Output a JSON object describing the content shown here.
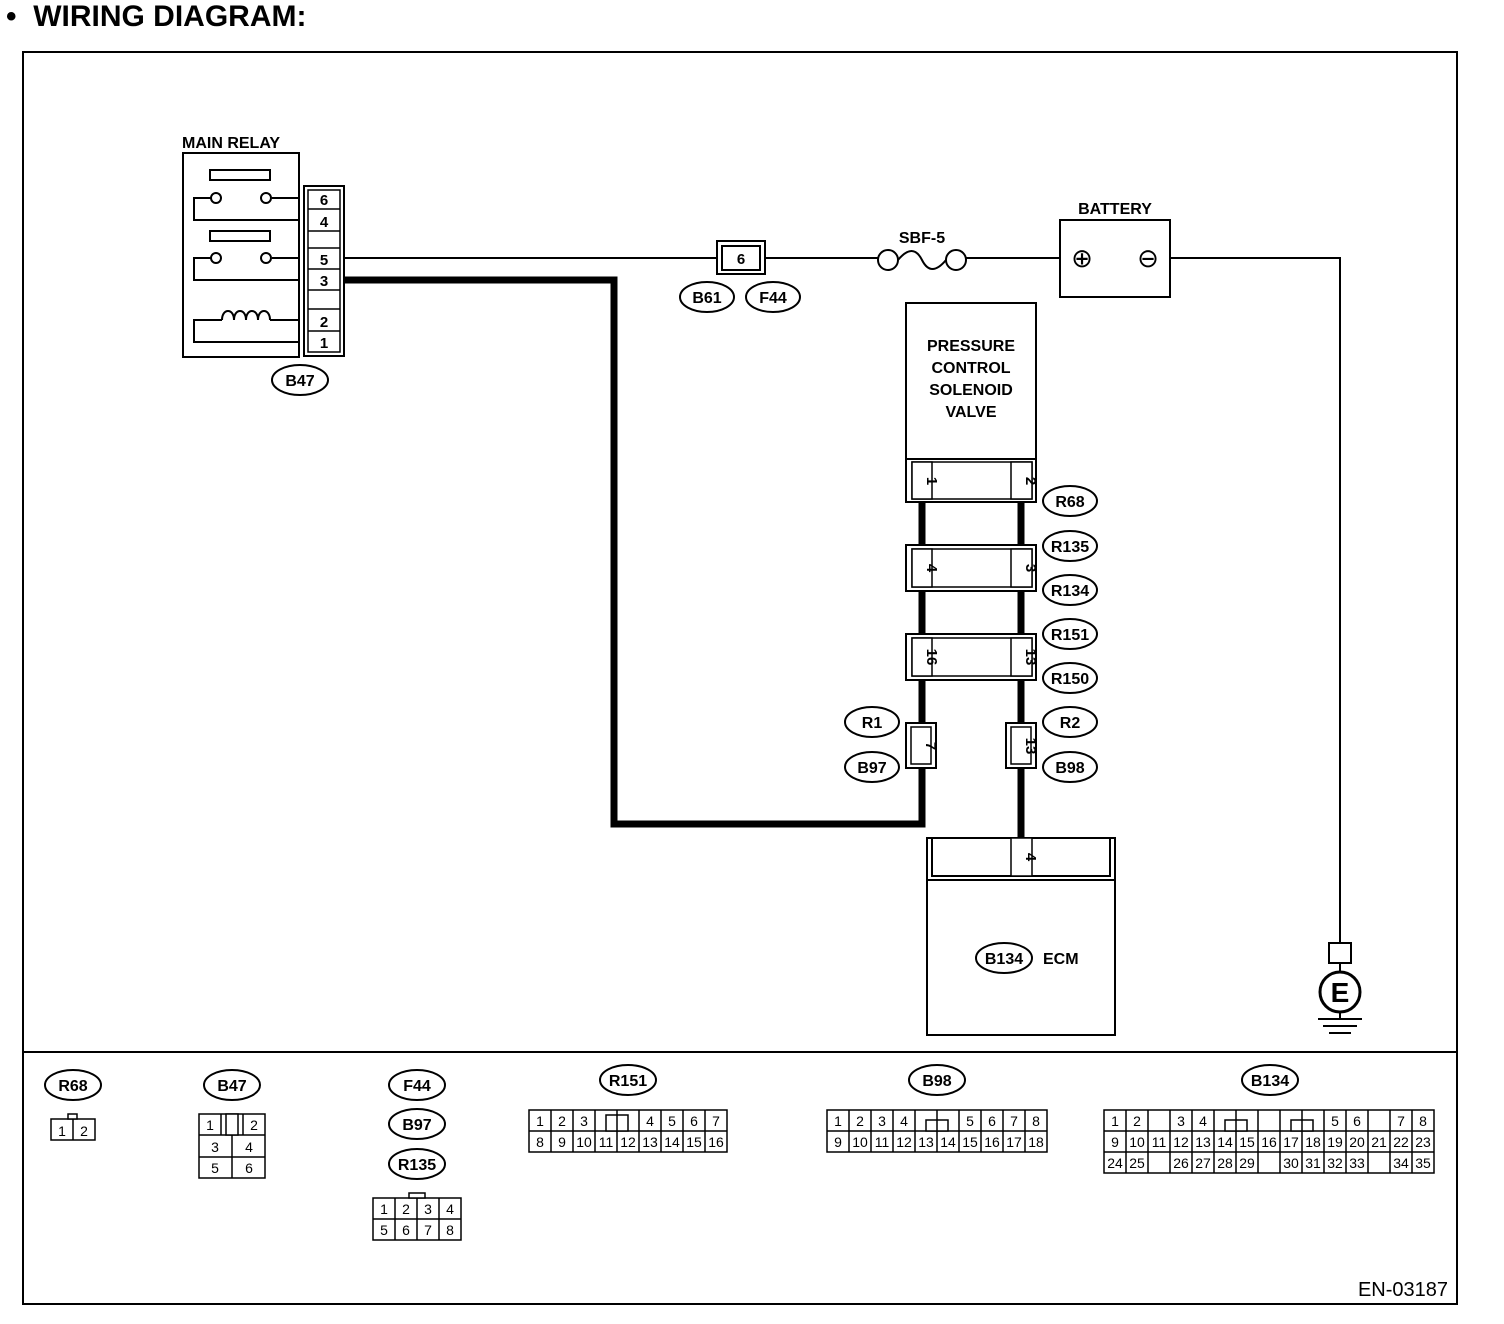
{
  "page": {
    "bullet": "•",
    "title": "WIRING DIAGRAM:",
    "figure_id": "EN-03187"
  },
  "main_relay": {
    "label": "MAIN RELAY",
    "connector": "B47",
    "pins": [
      "6",
      "4",
      "5",
      "3",
      "2",
      "1"
    ]
  },
  "fuse": {
    "label": "SBF-5",
    "pin": "6",
    "connectors": [
      "B61",
      "F44"
    ]
  },
  "battery": {
    "label": "BATTERY",
    "positive": "⊕",
    "negative": "⊖"
  },
  "solenoid": {
    "lines": [
      "PRESSURE",
      "CONTROL",
      "SOLENOID",
      "VALVE"
    ],
    "connector": "R68",
    "pins": [
      "1",
      "2"
    ]
  },
  "joints": [
    {
      "pins": [
        "4",
        "3"
      ],
      "connectors": [
        "R135",
        "R134"
      ]
    },
    {
      "pins": [
        "16",
        "13"
      ],
      "connectors": [
        "R151",
        "R150"
      ]
    }
  ],
  "lower_connectors": {
    "left": {
      "pin": "7",
      "connectors": [
        "R1",
        "B97"
      ]
    },
    "right": {
      "pin": "13",
      "connectors": [
        "R2",
        "B98"
      ]
    }
  },
  "ecm": {
    "connector": "B134",
    "label": "ECM",
    "pin": "4"
  },
  "ground": {
    "symbol": "E"
  },
  "connector_tables": {
    "r68": {
      "name": "R68",
      "rows": [
        [
          "1",
          "2"
        ]
      ]
    },
    "b47": {
      "name": "B47",
      "rows": [
        [
          "1",
          "",
          "2"
        ],
        [
          "3",
          "4"
        ],
        [
          "5",
          "6"
        ]
      ]
    },
    "f44_group": {
      "names": [
        "F44",
        "B97",
        "R135"
      ],
      "rows": [
        [
          "1",
          "2",
          "3",
          "4"
        ],
        [
          "5",
          "6",
          "7",
          "8"
        ]
      ]
    },
    "r151": {
      "name": "R151",
      "rows": [
        [
          "1",
          "2",
          "3",
          "4",
          "5",
          "6",
          "7"
        ],
        [
          "8",
          "9",
          "10",
          "11",
          "12",
          "13",
          "14",
          "15",
          "16"
        ]
      ]
    },
    "b98": {
      "name": "B98",
      "rows": [
        [
          "1",
          "2",
          "3",
          "4",
          "5",
          "6",
          "7",
          "8"
        ],
        [
          "9",
          "10",
          "11",
          "12",
          "13",
          "14",
          "15",
          "16",
          "17",
          "18"
        ]
      ]
    },
    "b134": {
      "name": "B134",
      "rows": [
        [
          "1",
          "2",
          "3",
          "4",
          "5",
          "6",
          "7",
          "8"
        ],
        [
          "9",
          "10",
          "11",
          "12",
          "13",
          "14",
          "15",
          "16",
          "17",
          "18",
          "19",
          "20",
          "21",
          "22",
          "23"
        ],
        [
          "24",
          "25",
          "26",
          "27",
          "28",
          "29",
          "30",
          "31",
          "32",
          "33",
          "34",
          "35"
        ]
      ]
    }
  }
}
